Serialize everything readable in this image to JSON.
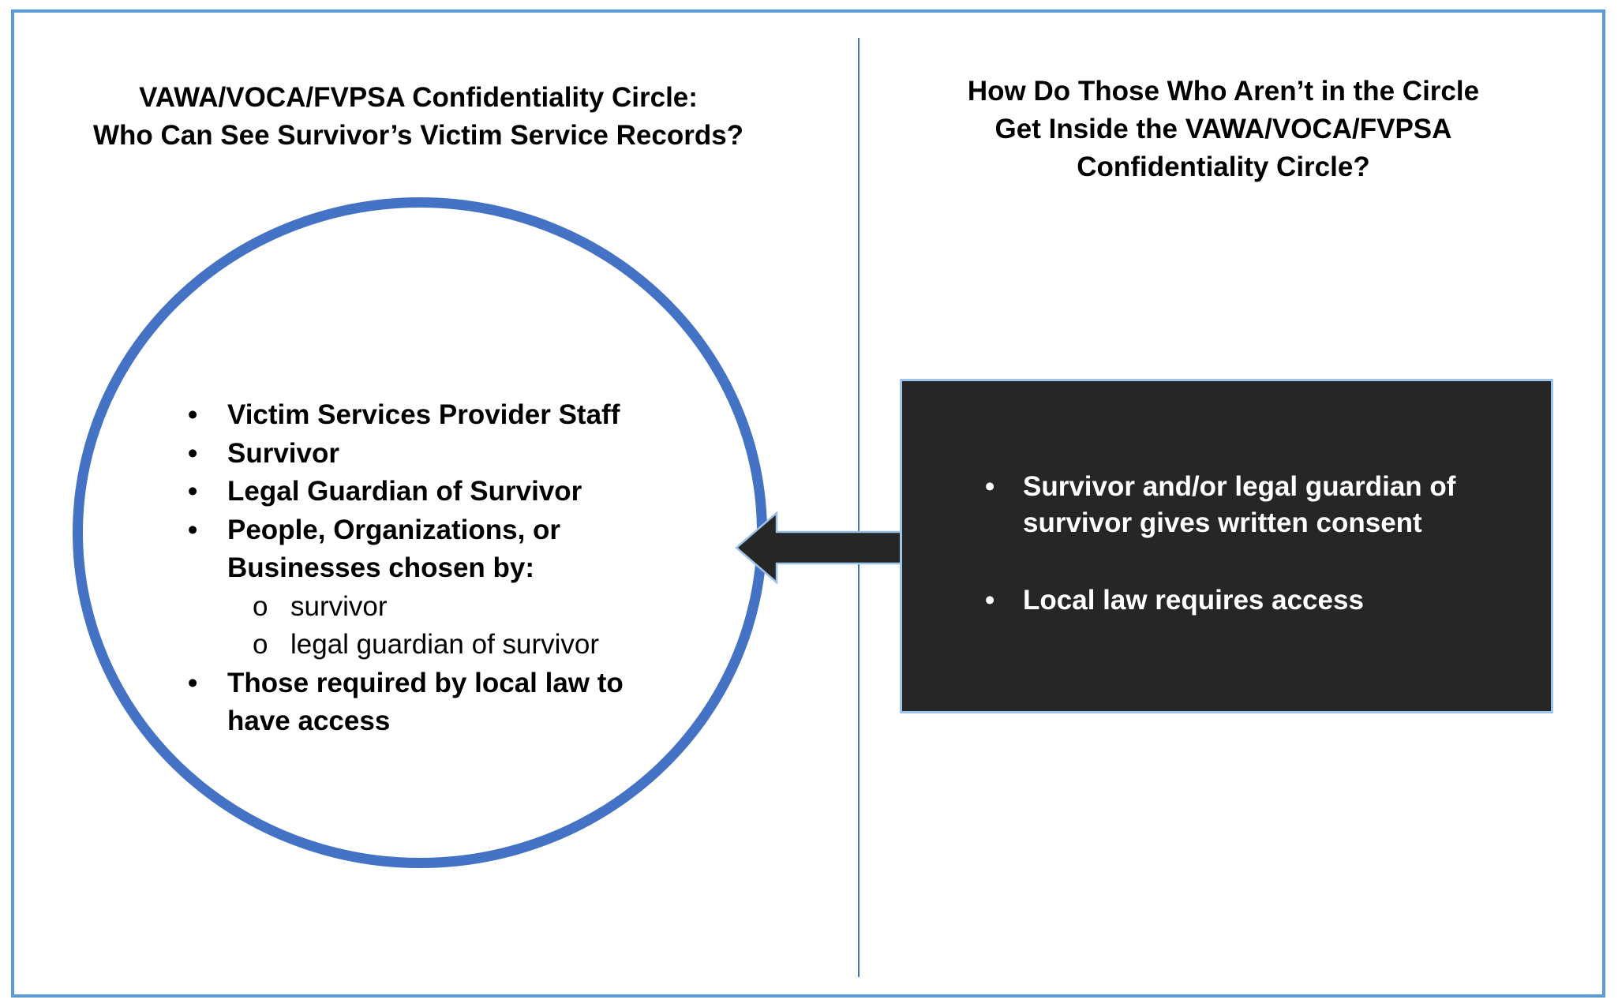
{
  "left_panel": {
    "title_line1": "VAWA/VOCA/FVPSA Confidentiality Circle:",
    "title_line2": "Who Can See Survivor’s Victim Service Records?",
    "circle_items": [
      "Victim Services Provider Staff",
      "Survivor",
      "Legal Guardian of Survivor",
      "People, Organizations, or Businesses chosen by:",
      "survivor",
      "legal guardian of survivor",
      "Those required by local law to have access"
    ]
  },
  "right_panel": {
    "title_line1": "How Do Those Who Aren’t in the Circle",
    "title_line2": "Get Inside the VAWA/VOCA/FVPSA",
    "title_line3": "Confidentiality Circle?",
    "box_items": [
      "Survivor and/or legal guardian of survivor gives written consent",
      "Local law requires access"
    ]
  },
  "colors": {
    "frame_border": "#5b9bd5",
    "circle_stroke": "#4472c4",
    "divider": "#4472c4",
    "dark_box_fill": "#262626",
    "dark_box_border": "#9dc3e6",
    "arrow_fill": "#262626"
  }
}
